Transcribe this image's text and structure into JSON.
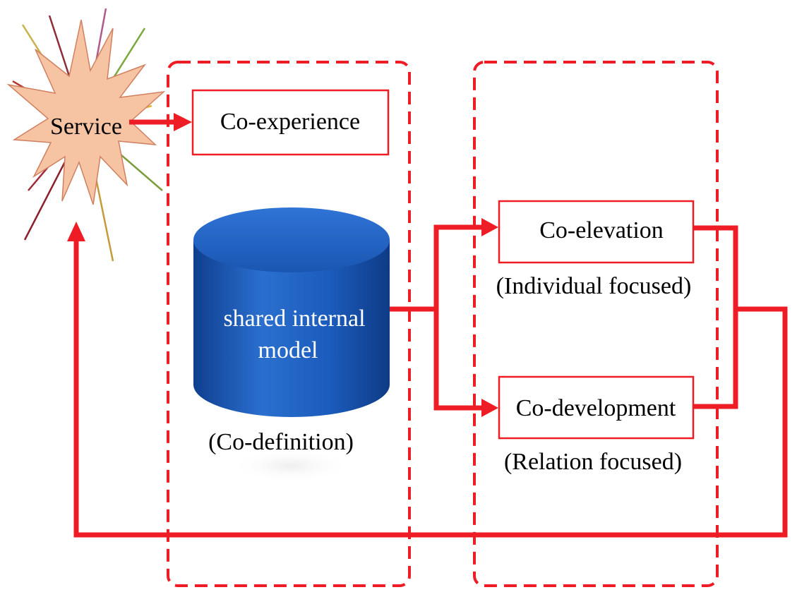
{
  "diagram": {
    "service": "Service",
    "co_experience": "Co-experience",
    "cylinder_line1": "shared internal",
    "cylinder_line2": "model",
    "co_definition": "(Co-definition)",
    "co_elevation": "Co-elevation",
    "individual_focused": "(Individual focused)",
    "co_development": "Co-development",
    "relation_focused": "(Relation focused)"
  },
  "colors": {
    "accent_red": "#ee1c24",
    "cylinder_blue": "#1c5cb8",
    "burst_fill": "#f6c3a3"
  }
}
